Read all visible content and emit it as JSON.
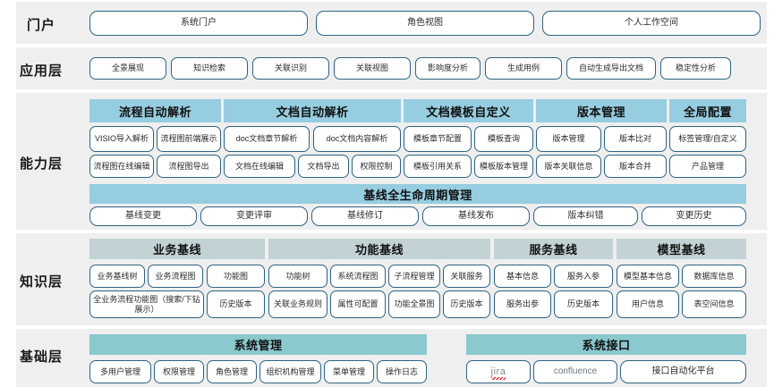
{
  "colors": {
    "band_bg": "#efefef",
    "pill_border": "#2e6382",
    "capability_header": "#96cde0",
    "knowledge_header": "#c3d2d5",
    "foundation_header": "#8ac9ce",
    "page_bg": "#ffffff"
  },
  "layers": [
    {
      "id": "portal",
      "label": "门户",
      "buttons": [
        "系统门户",
        "角色视图",
        "个人工作空间"
      ]
    },
    {
      "id": "application",
      "label": "应用层",
      "buttons": [
        "全景展现",
        "知识检索",
        "关联识别",
        "关联视图",
        "影响度分析",
        "生成用例",
        "自动生成导出文档",
        "稳定性分析"
      ]
    },
    {
      "id": "capability",
      "label": "能力层",
      "groups": [
        {
          "header": "流程自动解析",
          "row1": [
            "VISIO导入解析",
            "流程图前端展示"
          ],
          "row2": [
            "流程图在线编辑",
            "流程图导出"
          ]
        },
        {
          "header": "文档自动解析",
          "row1": [
            "doc文档章节解析",
            "doc文档内容解析"
          ],
          "row2": [
            "文档在线编辑",
            "文档导出",
            "权限控制"
          ]
        },
        {
          "header": "文档模板自定义",
          "row1": [
            "模板章节配置",
            "模板查询"
          ],
          "row2": [
            "模板引用关系",
            "模板版本管理"
          ]
        },
        {
          "header": "版本管理",
          "row1": [
            "版本管理",
            "版本比对"
          ],
          "row2": [
            "版本关联信息",
            "版本合并"
          ]
        },
        {
          "header": "全局配置",
          "row1": [
            "标签管理/自定义"
          ],
          "row2": [
            "产品管理"
          ]
        }
      ],
      "baseline": {
        "header": "基线全生命周期管理",
        "buttons": [
          "基线变更",
          "变更评审",
          "基线修订",
          "基线发布",
          "版本纠错",
          "变更历史"
        ]
      }
    },
    {
      "id": "knowledge",
      "label": "知识层",
      "groups": [
        {
          "header": "业务基线",
          "row1": [
            "业务基线树",
            "业务流程图",
            "功能图"
          ],
          "row2": [
            "全业务流程功能图（搜索/下钻展示）",
            "历史版本"
          ]
        },
        {
          "header": "功能基线",
          "row1": [
            "功能树",
            "系统流程图",
            "子流程管理",
            "关联服务"
          ],
          "row2": [
            "关联业务规则",
            "属性可配置",
            "功能全景图",
            "历史版本"
          ]
        },
        {
          "header": "服务基线",
          "row1": [
            "基本信息",
            "服务入参"
          ],
          "row2": [
            "服务出参",
            "历史版本"
          ]
        },
        {
          "header": "模型基线",
          "row1": [
            "模型基本信息",
            "数据库信息"
          ],
          "row2": [
            "用户信息",
            "表空间信息"
          ]
        }
      ]
    },
    {
      "id": "foundation",
      "label": "基础层",
      "groups": [
        {
          "header": "系统管理",
          "row1": [
            "多用户管理",
            "权限管理",
            "角色管理",
            "组织机构管理",
            "菜单管理",
            "操作日志"
          ]
        },
        {
          "header": "系统接口",
          "row1": [
            "jira",
            "confluence",
            "接口自动化平台"
          ]
        }
      ]
    }
  ]
}
